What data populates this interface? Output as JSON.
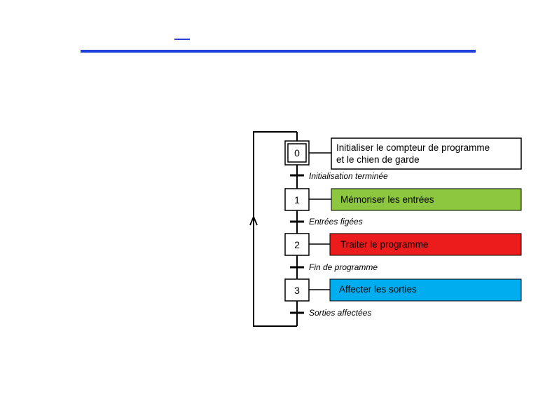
{
  "steps": [
    {
      "number": "0",
      "initial": true
    },
    {
      "number": "1",
      "initial": false
    },
    {
      "number": "2",
      "initial": false
    },
    {
      "number": "3",
      "initial": false
    }
  ],
  "actions": [
    {
      "line1": "Initialiser le compteur de programme",
      "line2": "et le chien de garde",
      "color": "#ffffff"
    },
    {
      "line1": "Mémoriser les entrées",
      "line2": "",
      "color": "#8dc63f"
    },
    {
      "line1": "Traiter le programme",
      "line2": "",
      "color": "#ed1c1c"
    },
    {
      "line1": "Affecter les sorties",
      "line2": "",
      "color": "#00adef"
    }
  ],
  "transitions": [
    {
      "label": "Initialisation terminée"
    },
    {
      "label": "Entrées figées"
    },
    {
      "label": "Fin de programme"
    },
    {
      "label": "Sorties affectées"
    }
  ],
  "colors": {
    "title_rule": "#1f3fd8",
    "line": "#000000"
  }
}
